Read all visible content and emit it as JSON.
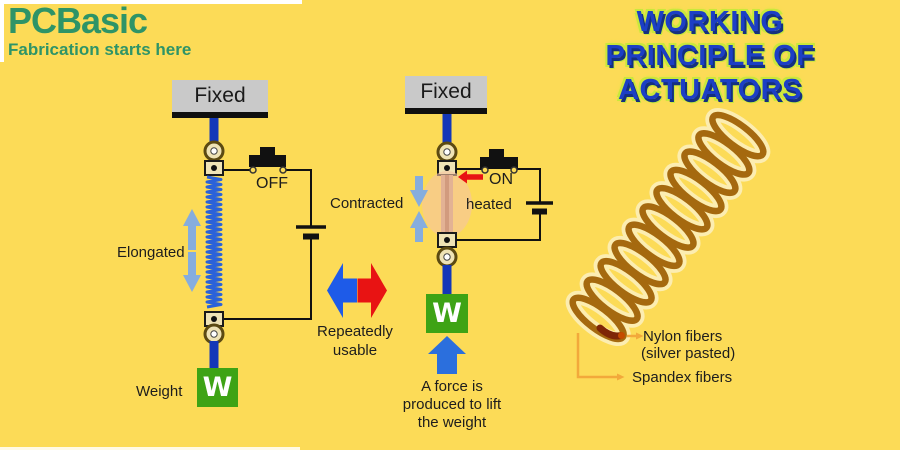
{
  "logo": {
    "brand": "PCBasic",
    "tagline": "Fabrication starts here"
  },
  "title": {
    "lines": [
      "WORKING",
      "PRINCIPLE OF",
      "ACTUATORS"
    ]
  },
  "left": {
    "fixed_label": "Fixed",
    "state_label": "Elongated",
    "switch_label": "OFF",
    "weight_label": "Weight",
    "weight_symbol": "W"
  },
  "right": {
    "fixed_label": "Fixed",
    "state_label": "Contracted",
    "switch_label": "ON",
    "heated_label": "heated",
    "weight_symbol": "W",
    "force_caption": [
      "A force is",
      "produced to lift",
      "the weight"
    ]
  },
  "middle": {
    "caption": [
      "Repeatedly",
      "usable"
    ]
  },
  "coil": {
    "label_nylon": "Nylon fibers",
    "label_nylon2": "(silver pasted)",
    "label_spandex": "Spandex fibers"
  },
  "colors": {
    "background": "#FCDB57",
    "logo_green": "#2E9467",
    "title_blue": "#1C3FC5",
    "title_glow": "#C9E83B",
    "rod_blue": "#1437B8",
    "spring_blue": "#2B62D9",
    "weight_green": "#3EA315",
    "arrow_light_blue": "#86ADDE",
    "arrow_red": "#E81313",
    "arrow_blue": "#1E5BE8",
    "lift_arrow_blue": "#2B6FDD",
    "coil_copper": "#A5690F",
    "heat_pink": "#F5C3A1",
    "annotation_orange": "#F2A93B"
  }
}
